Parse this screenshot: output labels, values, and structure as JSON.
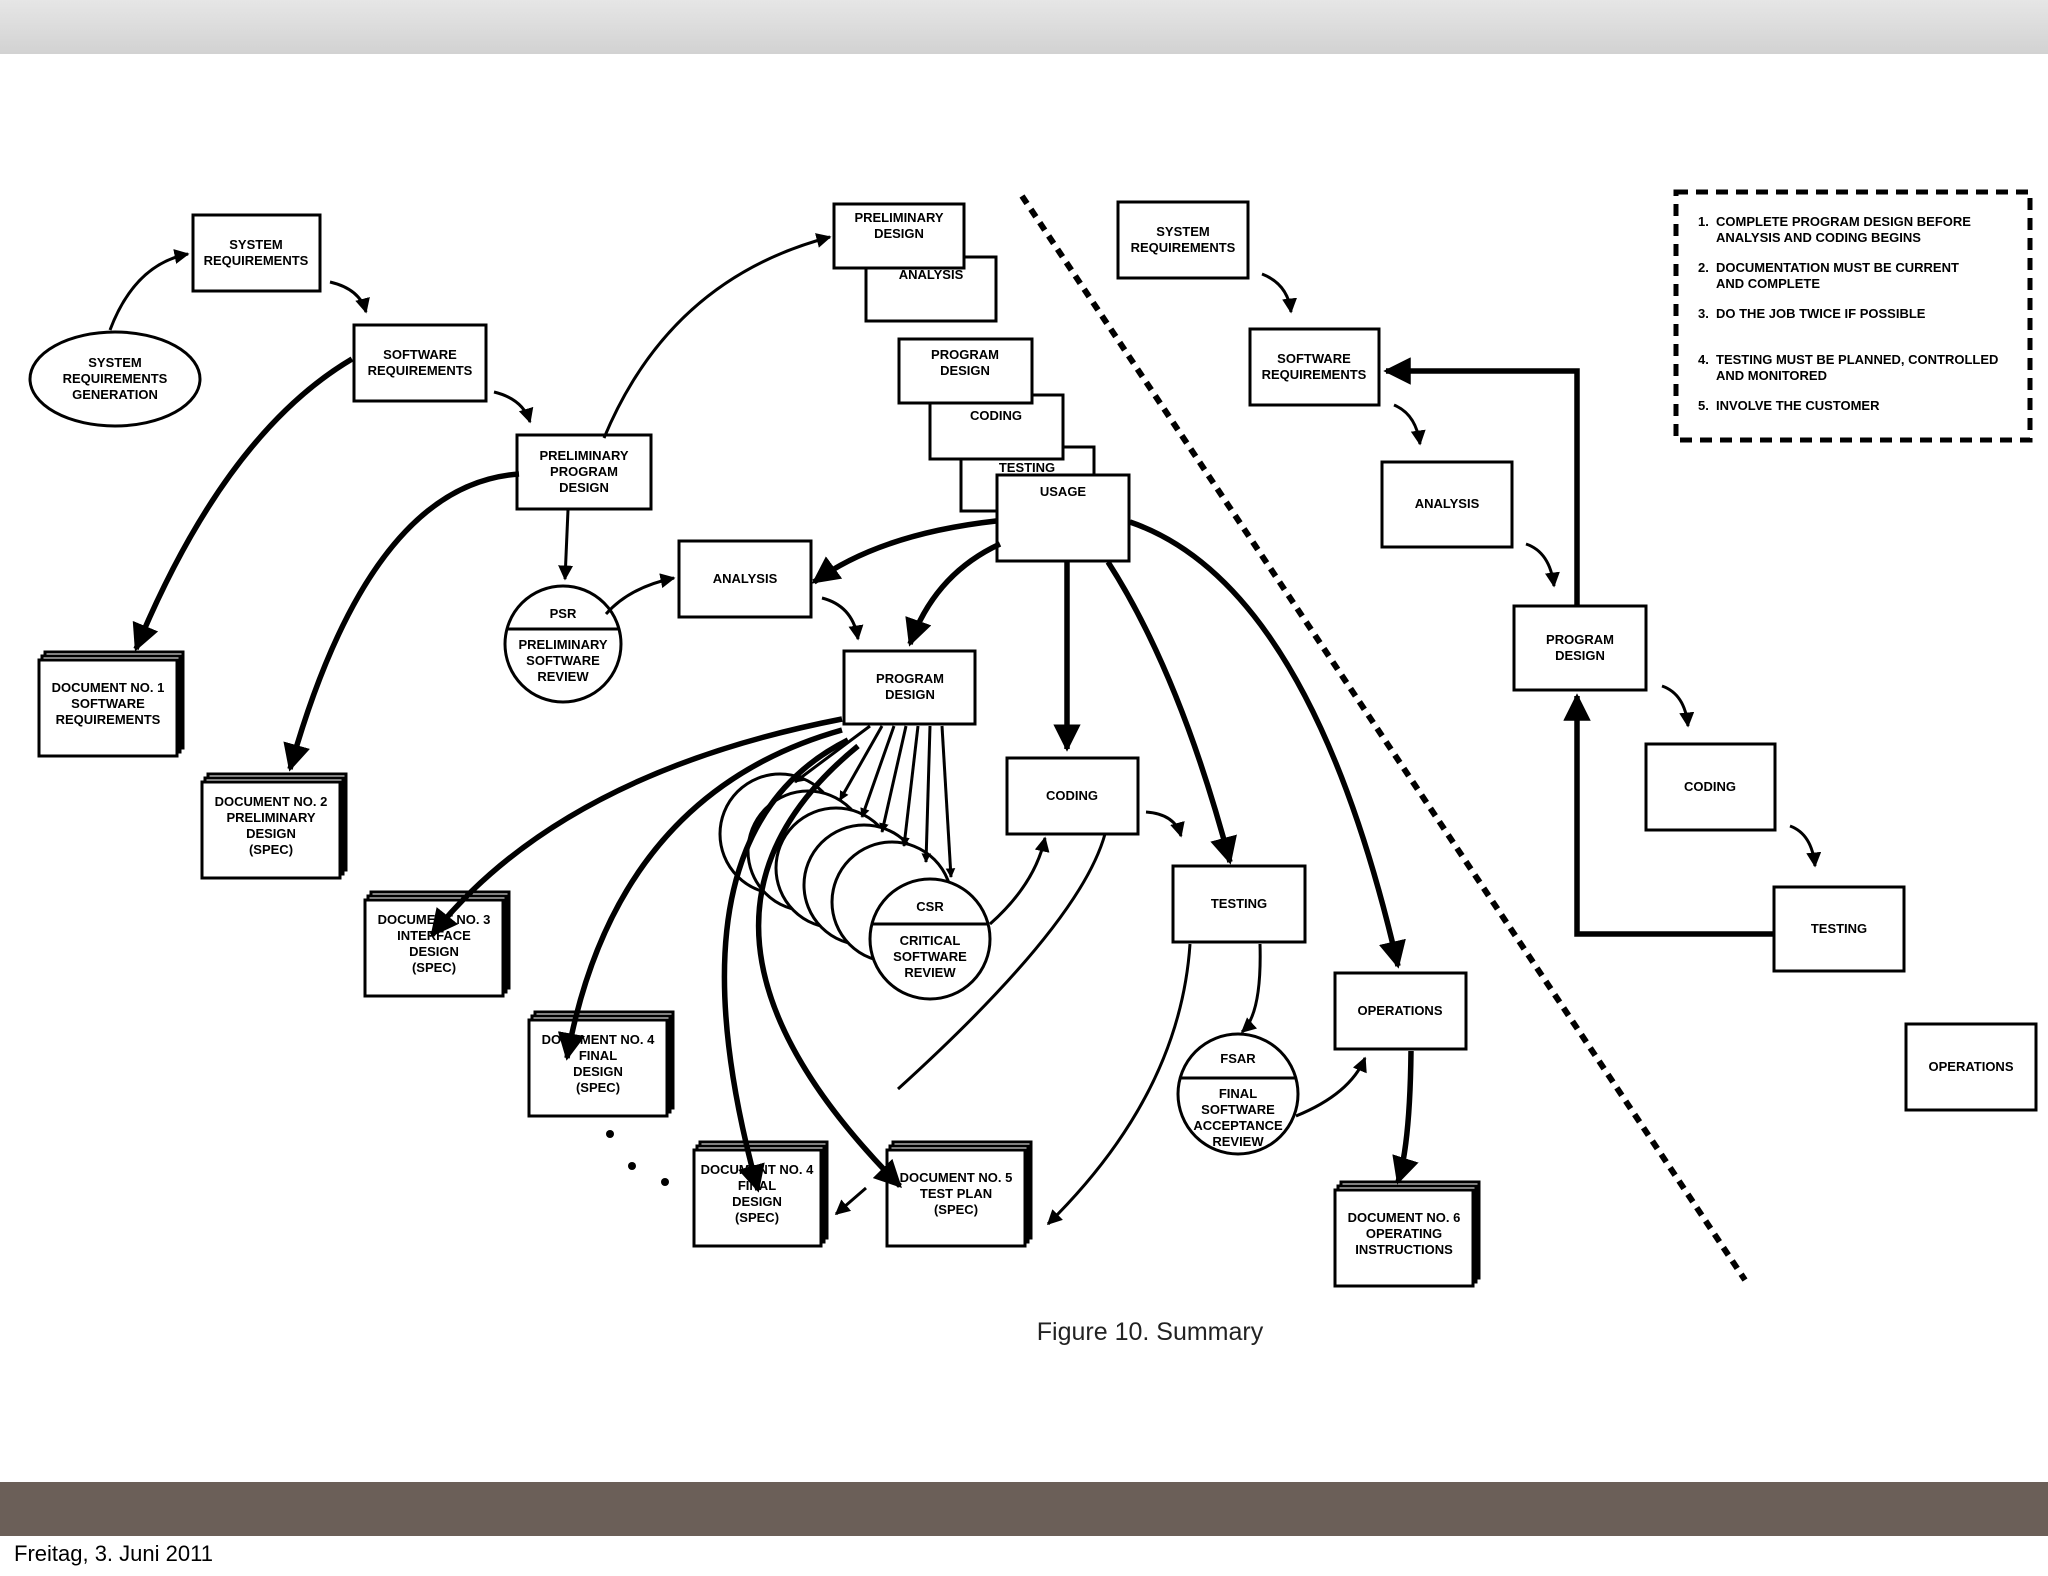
{
  "footer": {
    "date": "Freitag, 3. Juni 2011"
  },
  "caption": "Figure 10.  Summary",
  "left": {
    "system_requirements_generation": [
      "SYSTEM",
      "REQUIREMENTS",
      "GENERATION"
    ],
    "system_requirements": [
      "SYSTEM",
      "REQUIREMENTS"
    ],
    "software_requirements": [
      "SOFTWARE",
      "REQUIREMENTS"
    ],
    "preliminary_program_design": [
      "PRELIMINARY",
      "PROGRAM",
      "DESIGN"
    ],
    "psr": {
      "abbr": "PSR",
      "lines": [
        "PRELIMINARY",
        "SOFTWARE",
        "REVIEW"
      ]
    },
    "analysis": [
      "ANALYSIS"
    ],
    "program_design": [
      "PROGRAM",
      "DESIGN"
    ],
    "csr": {
      "abbr": "CSR",
      "lines": [
        "CRITICAL",
        "SOFTWARE",
        "REVIEW"
      ]
    },
    "coding": [
      "CODING"
    ],
    "testing": [
      "TESTING"
    ],
    "fsar": {
      "abbr": "FSAR",
      "lines": [
        "FINAL",
        "SOFTWARE",
        "ACCEPTANCE",
        "REVIEW"
      ]
    },
    "operations": [
      "OPERATIONS"
    ],
    "usage": [
      "USAGE"
    ],
    "stack": [
      [
        "PRELIMINARY",
        "DESIGN"
      ],
      [
        "ANALYSIS"
      ],
      [
        "PROGRAM",
        "DESIGN"
      ],
      [
        "CODING"
      ],
      [
        "TESTING"
      ]
    ],
    "doc1": [
      "DOCUMENT NO. 1",
      "SOFTWARE",
      "REQUIREMENTS"
    ],
    "doc2": [
      "DOCUMENT NO. 2",
      "PRELIMINARY",
      "DESIGN",
      "(SPEC)"
    ],
    "doc3": [
      "DOCUMENT NO. 3",
      "INTERFACE",
      "DESIGN",
      "(SPEC)"
    ],
    "doc4a": [
      "DOCUMENT NO. 4",
      "FINAL",
      "DESIGN",
      "(SPEC)"
    ],
    "doc4b": [
      "DOCUMENT NO. 4",
      "FINAL",
      "DESIGN",
      "(SPEC)"
    ],
    "doc5": [
      "DOCUMENT NO. 5",
      "TEST PLAN",
      "(SPEC)"
    ],
    "doc6": [
      "DOCUMENT NO. 6",
      "OPERATING",
      "INSTRUCTIONS"
    ]
  },
  "right": {
    "system_requirements": [
      "SYSTEM",
      "REQUIREMENTS"
    ],
    "software_requirements": [
      "SOFTWARE",
      "REQUIREMENTS"
    ],
    "analysis": [
      "ANALYSIS"
    ],
    "program_design": [
      "PROGRAM",
      "DESIGN"
    ],
    "coding": [
      "CODING"
    ],
    "testing": [
      "TESTING"
    ],
    "operations": [
      "OPERATIONS"
    ]
  },
  "principles": [
    [
      "1.",
      "COMPLETE PROGRAM DESIGN BEFORE",
      "ANALYSIS AND CODING BEGINS"
    ],
    [
      "2.",
      "DOCUMENTATION MUST BE CURRENT",
      "AND COMPLETE"
    ],
    [
      "3.",
      "DO THE JOB TWICE IF POSSIBLE",
      ""
    ],
    [
      "4.",
      "TESTING MUST BE PLANNED, CONTROLLED",
      "AND MONITORED"
    ],
    [
      "5.",
      "INVOLVE THE CUSTOMER",
      ""
    ]
  ]
}
